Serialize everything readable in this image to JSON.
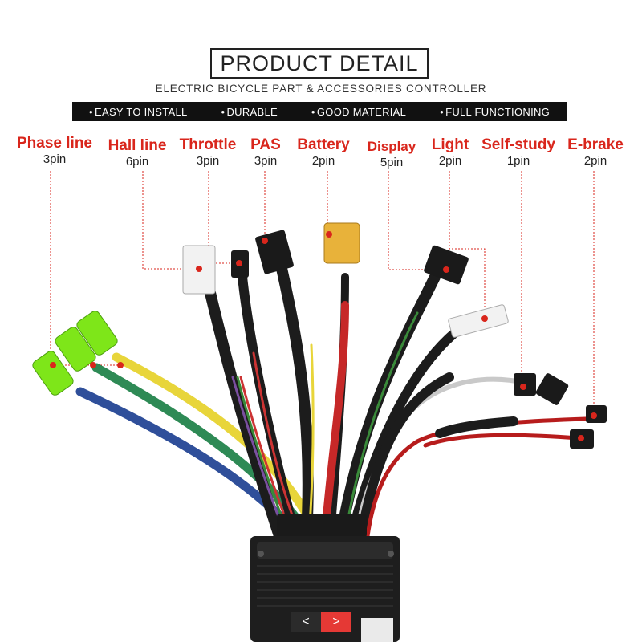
{
  "header": {
    "title": "PRODUCT  DETAIL",
    "subtitle": "ELECTRIC BICYCLE PART & ACCESSORIES CONTROLLER"
  },
  "features": [
    "EASY TO INSTALL",
    "DURABLE",
    "GOOD MATERIAL",
    "FULL FUNCTIONING"
  ],
  "connectors": [
    {
      "name": "Phase line",
      "pins": "3pin"
    },
    {
      "name": "Hall line",
      "pins": "6pin"
    },
    {
      "name": "Throttle",
      "pins": "3pin"
    },
    {
      "name": "PAS",
      "pins": "3pin"
    },
    {
      "name": "Battery",
      "pins": "2pin"
    },
    {
      "name": "Display",
      "pins": "5pin"
    },
    {
      "name": "Light",
      "pins": "2pin"
    },
    {
      "name": "Self-study",
      "pins": "1pin"
    },
    {
      "name": "E-brake",
      "pins": "2pin"
    }
  ],
  "colors": {
    "label_red": "#d9261c",
    "banner_bg": "#111111",
    "phase_green_sleeve": "#7ee619",
    "battery_connector": "#e8b23a",
    "nav_next": "#e53935"
  },
  "nav": {
    "prev_label": "<",
    "next_label": ">"
  }
}
